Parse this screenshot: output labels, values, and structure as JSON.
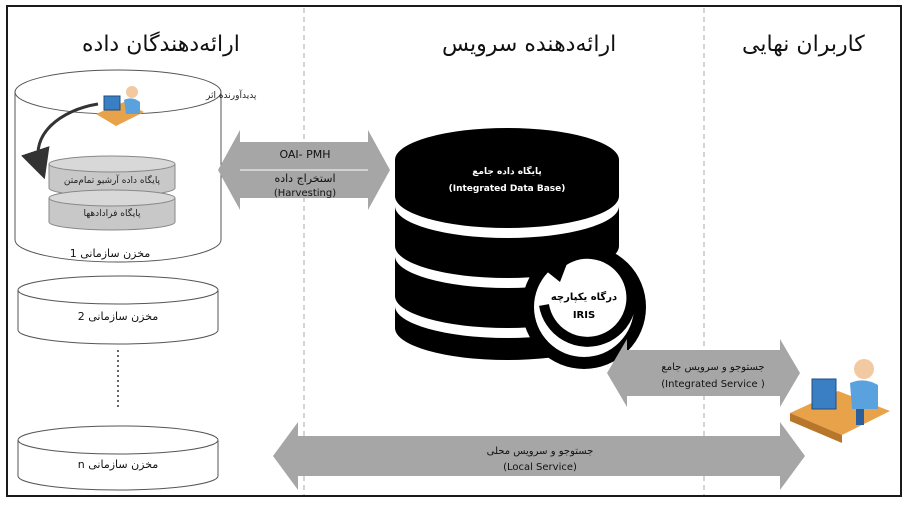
{
  "columns": {
    "providers": "ارائه‌دهندگان داده",
    "service": "ارائه‌دهنده سرویس",
    "users": "کاربران نهایی"
  },
  "repo1": {
    "author": "پدیدآورنده اثر",
    "archive": "پایگاه داده آرشیو تمام‌متن",
    "metadata": "پایگاه فرادادهها",
    "name": "مخزن سازمانی 1"
  },
  "repo2": {
    "name": "مخزن سازمانی 2"
  },
  "repoN": {
    "name": "مخزن سازمانی n"
  },
  "harvest_arrow": {
    "protocol": "OAI- PMH",
    "label_fa": "استخراج داده",
    "label_en": "(Harvesting)"
  },
  "database": {
    "label_fa": "پایگاه داده جامع",
    "label_en": "(Integrated Data Base)"
  },
  "portal": {
    "label_fa": "درگاه یکپارچه",
    "label_en": "IRIS"
  },
  "integrated_service": {
    "label_fa": "جستوجو و سرویس جامع",
    "label_en": "(Integrated Service )"
  },
  "local_service": {
    "label_fa": "جستوجو و سرویس محلی",
    "label_en": "(Local Service)"
  },
  "colors": {
    "arrow_fill": "#a6a6a6",
    "inner_db": "#c8c8c8",
    "db_black": "#000000",
    "text_white": "#ffffff"
  },
  "icons": {
    "author": "person-at-computer-icon",
    "end_user": "person-at-computer-icon"
  }
}
